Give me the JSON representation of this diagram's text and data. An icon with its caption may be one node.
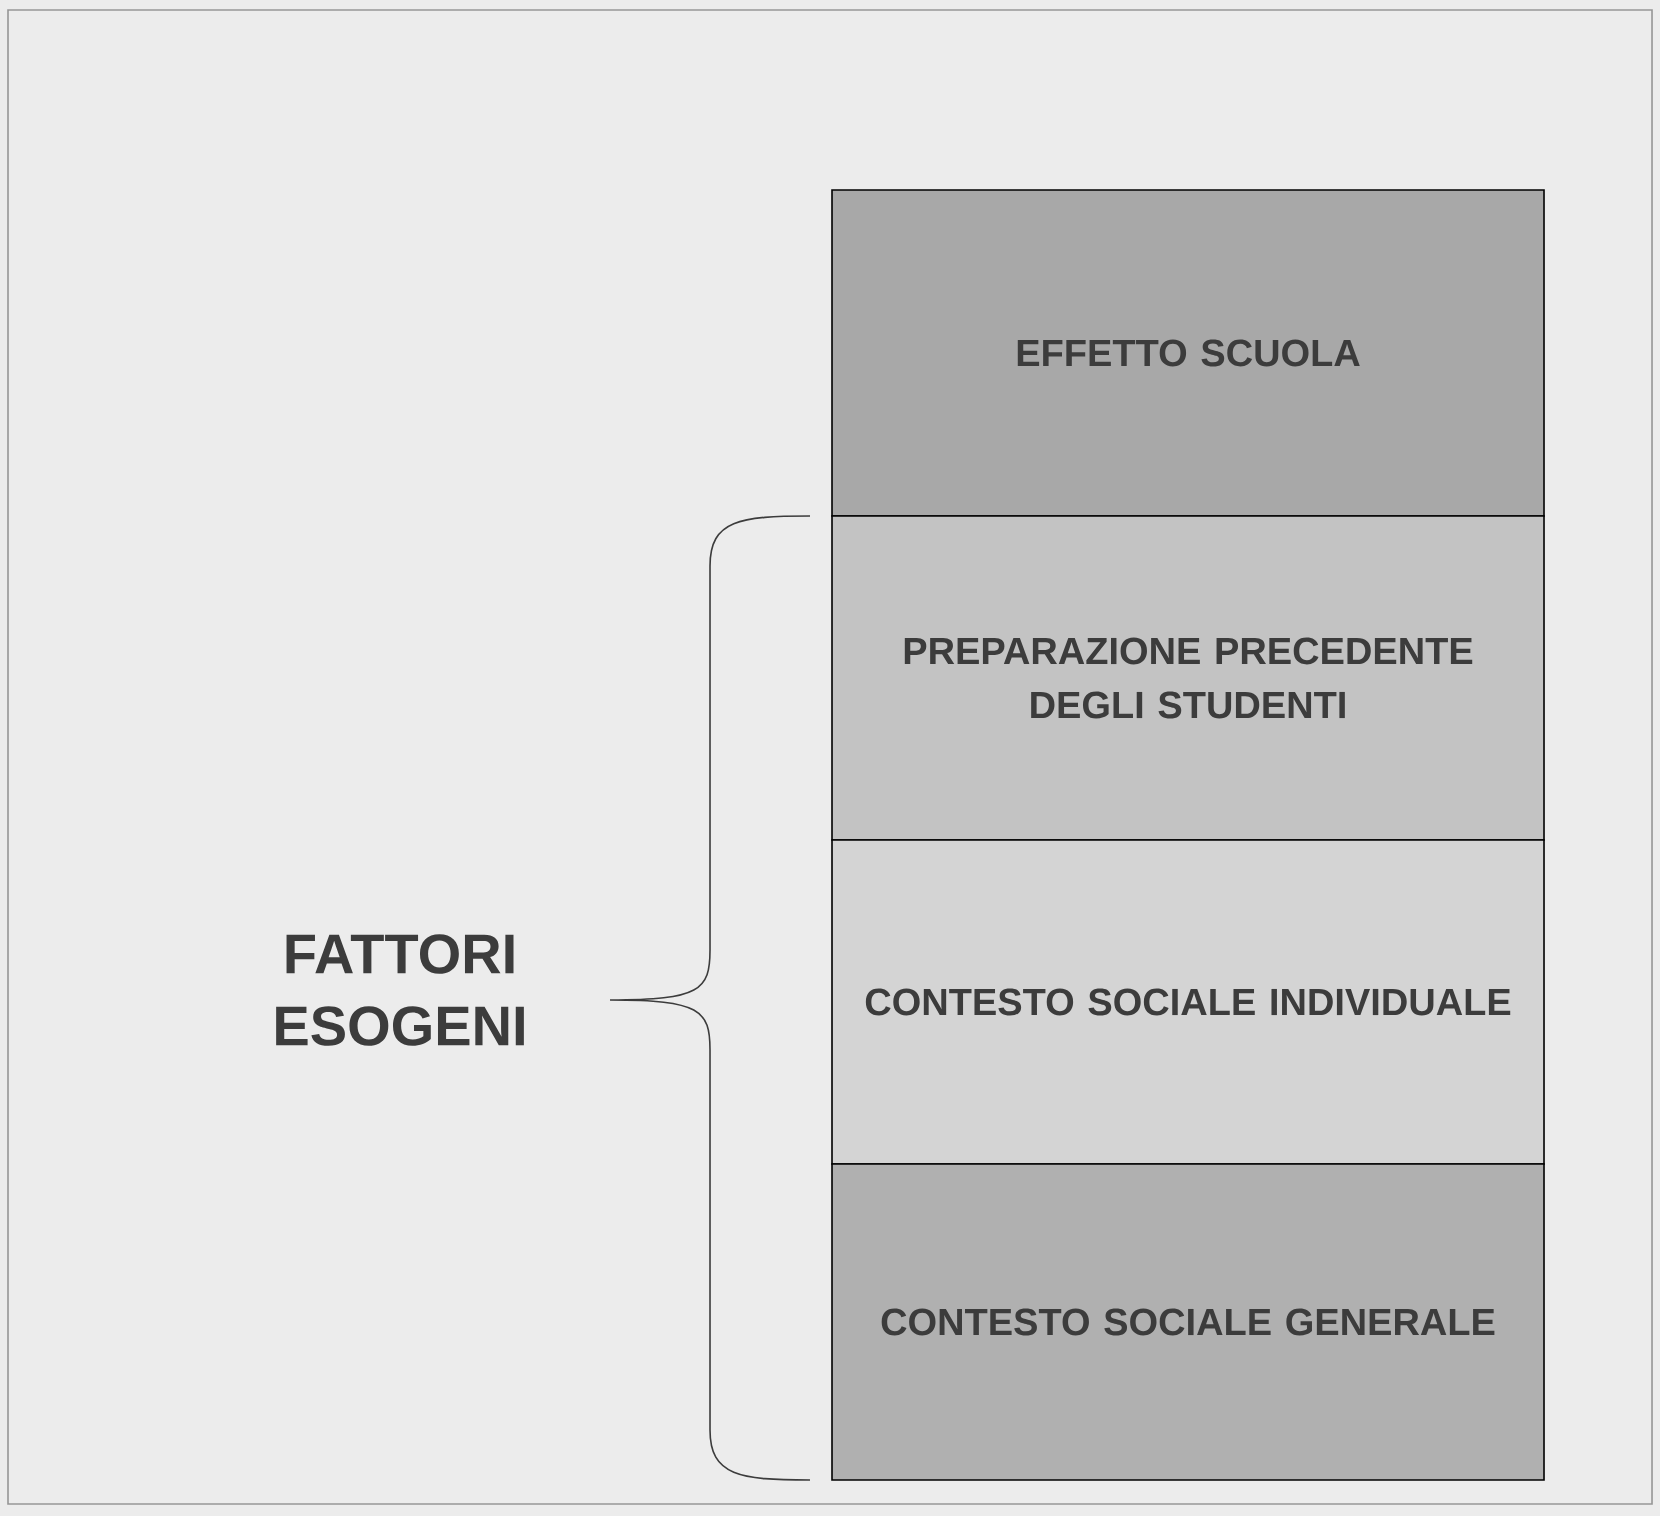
{
  "diagram": {
    "nodes": [
      {
        "text": [
          "EFFETTO SCUOLA"
        ]
      },
      {
        "text": [
          "PREPARAZIONE PRECEDENTE DEGLI STUDENTI"
        ]
      },
      {
        "text": [
          "CONTESTO SOCIALE INDIVIDUALE"
        ]
      },
      {
        "text": [
          "CONTESTO SOCIALE GENERALE"
        ]
      }
    ],
    "edges": [],
    "labels": [
      "FATTORI ESOGENI"
    ]
  }
}
